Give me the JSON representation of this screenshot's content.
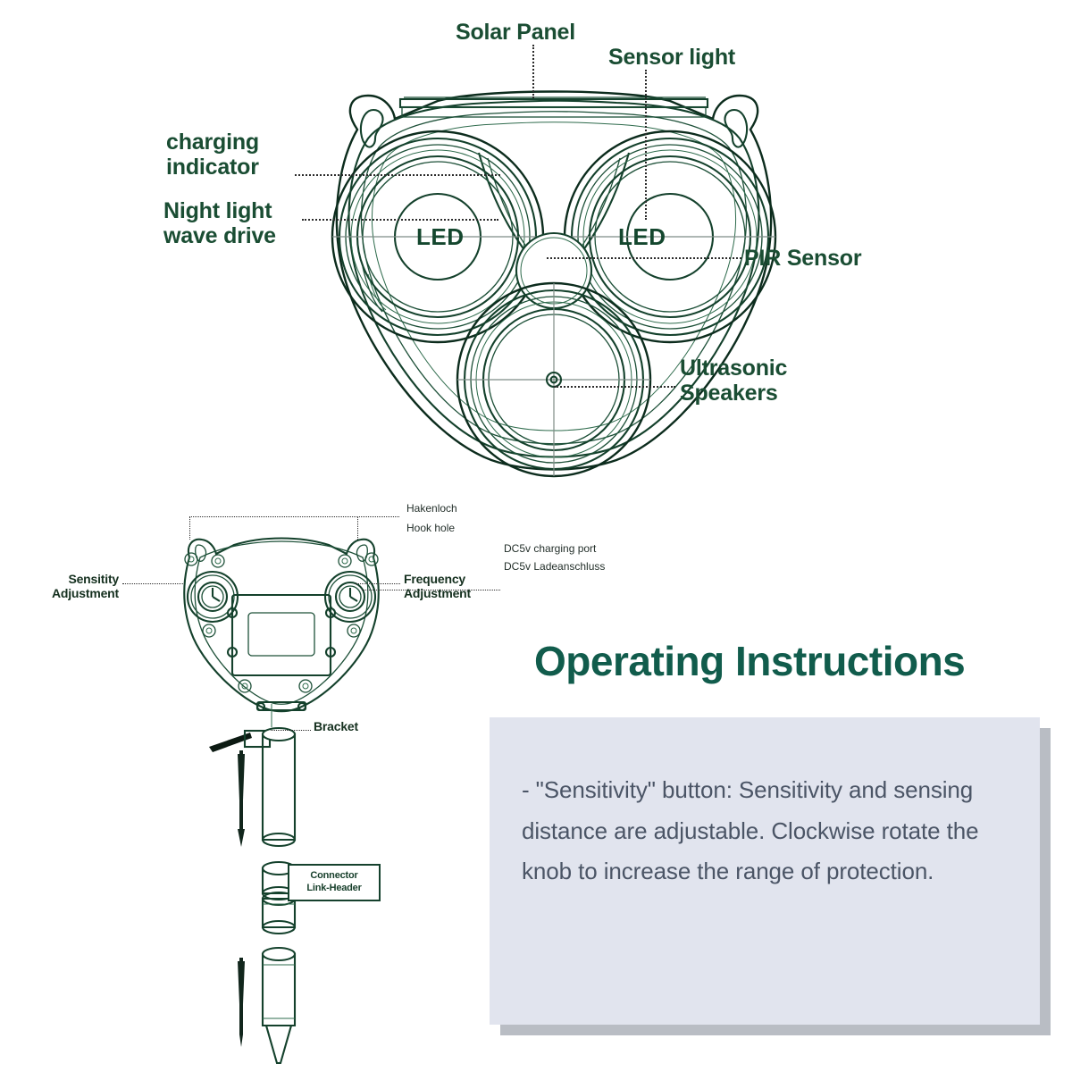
{
  "document": {
    "type": "product-instruction-diagram",
    "background_color": "#ffffff",
    "line_color": "#14412c",
    "label_color": "#1a4d33",
    "heading_color": "#115c4c",
    "panel_color": "#e1e4ee",
    "panel_shadow_color": "#b9bdc4",
    "body_text_color": "#4b5566"
  },
  "front_view": {
    "name": "Solar ultrasonic animal repeller - front view",
    "labels": {
      "solar_panel": "Solar Panel",
      "sensor_light": "Sensor light",
      "charging_indicator": "charging\nindicator",
      "night_light_wave_drive": "Night light\nwave drive",
      "pir_sensor": "PIR Sensor",
      "ultrasonic_speakers": "Ultrasonic\nSpeakers",
      "led_left": "LED",
      "led_right": "LED"
    }
  },
  "back_view": {
    "name": "Back view with adjustment knobs",
    "labels": {
      "hook_hole_de": "Hakenloch",
      "hook_hole_en": "Hook hole",
      "charging_port_en": "DC5v charging port",
      "charging_port_de": "DC5v Ladeanschluss",
      "sensitivity_adjustment": "Sensitity\nAdjustment",
      "frequency_adjustment": "Frequency\nAdjustment",
      "bracket": "Bracket"
    }
  },
  "assembly": {
    "connector_box_line1": "Connector",
    "connector_box_line2": "Link-Header"
  },
  "operating_instructions": {
    "title": "Operating Instructions",
    "body": "- \"Sensitivity\" button: Sensitivity and sensing distance are adjustable. Clockwise rotate the knob to increase the range of protection."
  }
}
